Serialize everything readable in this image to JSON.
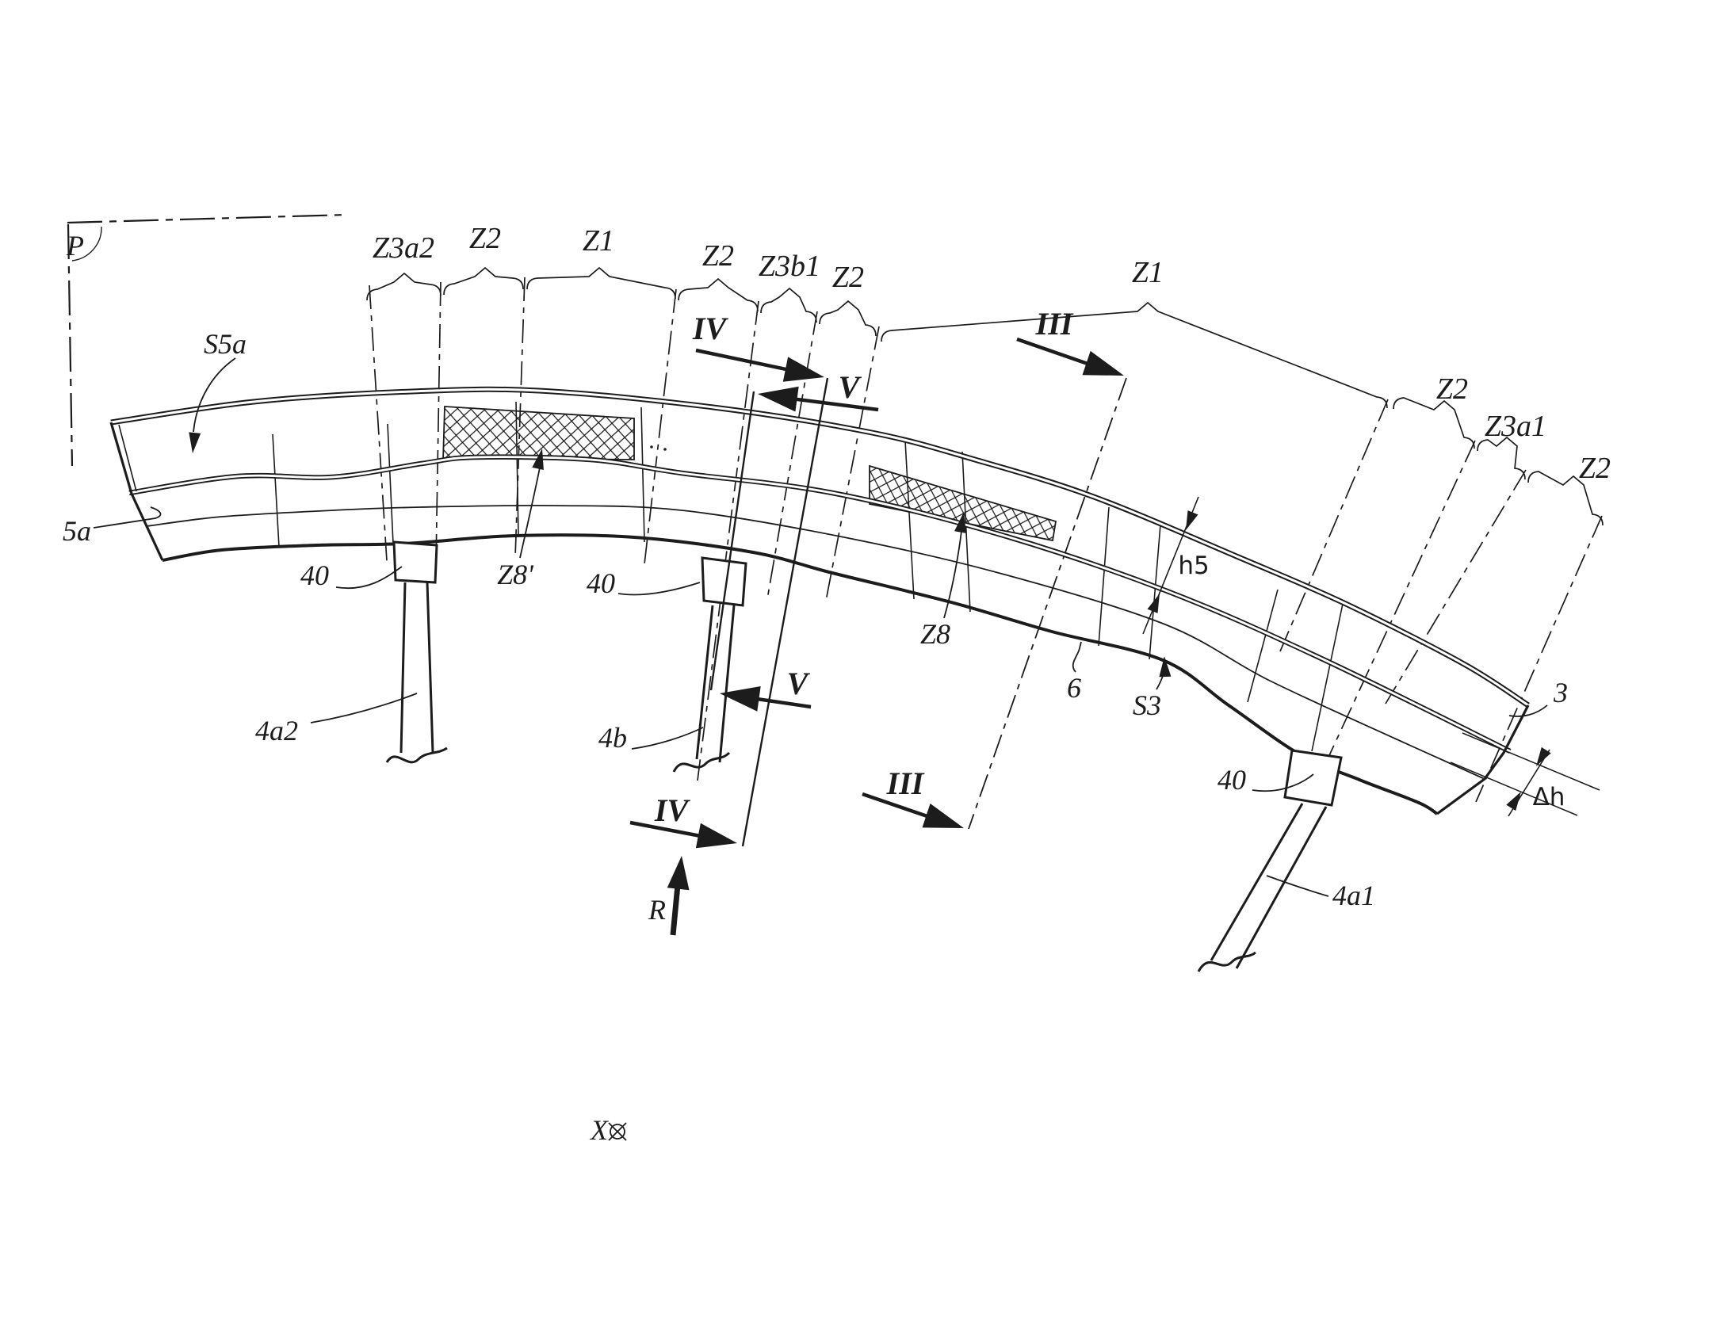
{
  "figure": {
    "background": "#ffffff",
    "ink": "#1c1c1c",
    "zones": [
      {
        "label": "Z3a2"
      },
      {
        "label": "Z2"
      },
      {
        "label": "Z1"
      },
      {
        "label": "Z2"
      },
      {
        "label": "Z3b1"
      },
      {
        "label": "Z2"
      },
      {
        "label": "Z1"
      },
      {
        "label": "Z2"
      },
      {
        "label": "Z3a1"
      },
      {
        "label": "Z2"
      }
    ],
    "callouts": {
      "p": "P",
      "s5a": "S5a",
      "five_a": "5a",
      "forty_left": "40",
      "forty_mid": "40",
      "forty_right": "40",
      "z8_prime": "Z8'",
      "z8": "Z8",
      "four_a2": "4a2",
      "four_b": "4b",
      "four_a1": "4a1",
      "six": "6",
      "s3": "S3",
      "three": "3",
      "x_axis": "X",
      "r_axis": "R"
    },
    "dimensions": {
      "h5": "h5",
      "delta_h": "Δh"
    },
    "sections": {
      "iii_top": "III",
      "iii_bottom": "III",
      "iv_top": "IV",
      "iv_bottom": "IV",
      "v_top": "V",
      "v_bottom": "V"
    }
  }
}
